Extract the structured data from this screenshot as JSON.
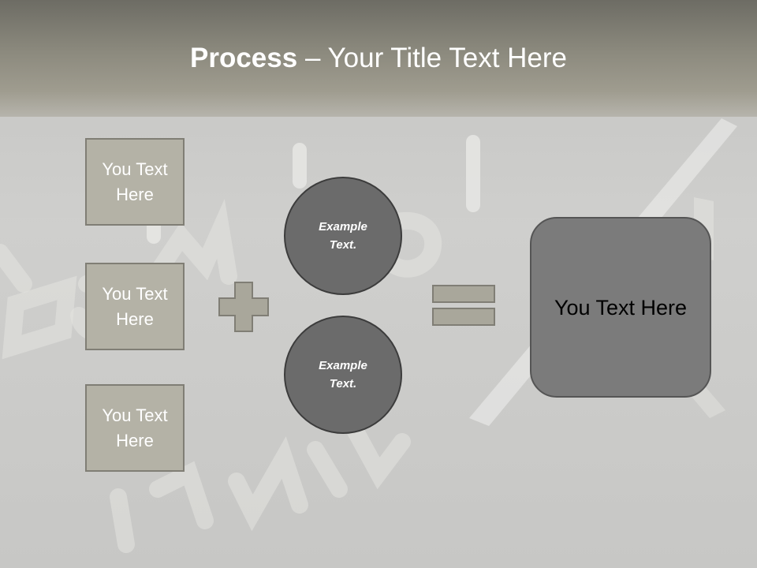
{
  "title": {
    "bold": "Process",
    "rest": " – Your Title Text Here"
  },
  "left_boxes": [
    {
      "label": "You Text Here"
    },
    {
      "label": "You Text Here"
    },
    {
      "label": "You Text Here"
    }
  ],
  "circles": [
    {
      "label": "Example Text."
    },
    {
      "label": "Example Text."
    }
  ],
  "operators": {
    "plus_icon": "plus-icon",
    "equals_icon": "equals-icon"
  },
  "result": {
    "label": "You Text Here"
  },
  "colors": {
    "title_band": "#8c8a7e",
    "box_fill": "#b4b2a6",
    "circle_fill": "#6b6b6b",
    "result_fill": "#7b7b7b"
  }
}
